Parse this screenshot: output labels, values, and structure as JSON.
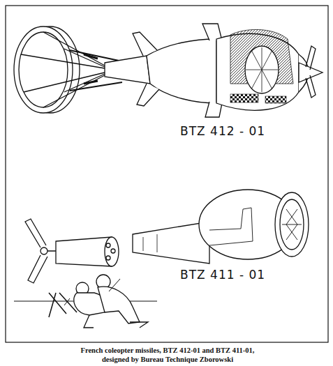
{
  "diagram": {
    "caption": "French coleopter missiles, BTZ 412-01 and BTZ 411-01, designed by Bureau Technique Zborowski",
    "labels": [
      "BTZ 412 - 01",
      "BTZ 411 - 01"
    ]
  }
}
